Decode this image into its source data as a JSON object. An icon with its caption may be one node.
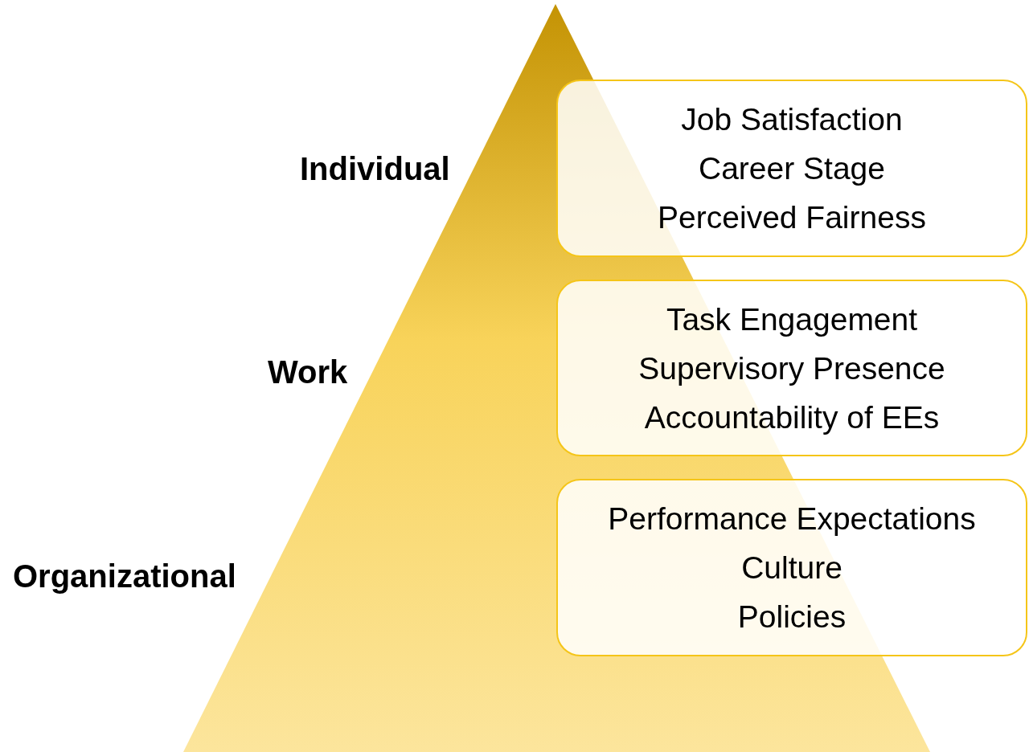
{
  "diagram": {
    "nodes": [
      {
        "text": [
          "Job Satisfaction",
          "Career Stage",
          "Perceived Fairness"
        ]
      },
      {
        "text": [
          "Task Engagement",
          "Supervisory Presence",
          "Accountability of EEs"
        ]
      },
      {
        "text": [
          "Performance Expectations",
          "Culture",
          "Policies"
        ]
      }
    ],
    "labels": [
      "Individual",
      "Work",
      "Organizational"
    ]
  }
}
